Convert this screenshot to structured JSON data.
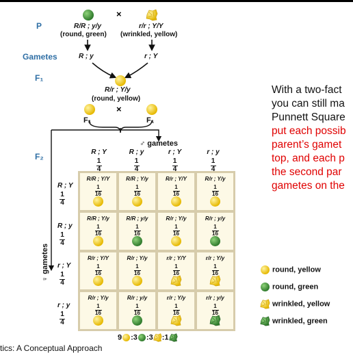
{
  "slide": {
    "body_lines": [
      {
        "text": "With a two-fact",
        "color": "#111111"
      },
      {
        "text": "you can still ma",
        "color": "#111111"
      },
      {
        "text": "Punnett Square",
        "color": "#111111"
      },
      {
        "text": "put each possib",
        "color": "#e00000"
      },
      {
        "text": "parent’s gamet",
        "color": "#e00000"
      },
      {
        "text": "top, and each p",
        "color": "#e00000"
      },
      {
        "text": "the second par",
        "color": "#e00000"
      },
      {
        "text": "gametes on the",
        "color": "#e00000"
      }
    ],
    "caption": "tics: A Conceptual Approach"
  },
  "figure": {
    "labels": {
      "p": "P",
      "gametes": "Gametes",
      "f1": "F₁",
      "f2": "F₂"
    },
    "cross_symbol": "×",
    "parent1": {
      "genotype": "R/R ; y/y",
      "phenotype": "(round, green)",
      "gamete": "R ; y"
    },
    "parent2": {
      "genotype": "r/r ; Y/Y",
      "phenotype": "(wrinkled, yellow)",
      "gamete": "r ; Y"
    },
    "f1_genotype": "R/r ; Y/y",
    "f1_phenotype": "(round, yellow)",
    "f1_left": "F₁",
    "f1_right": "F₁",
    "male_gametes_label": "♂ gametes",
    "female_gametes_label": "♀ gametes",
    "male_gametes": [
      {
        "genotype": "R ; Y",
        "num": "1",
        "den": "4"
      },
      {
        "genotype": "R ; y",
        "num": "1",
        "den": "4"
      },
      {
        "genotype": "r ; Y",
        "num": "1",
        "den": "4"
      },
      {
        "genotype": "r ; y",
        "num": "1",
        "den": "4"
      }
    ],
    "female_gametes": [
      {
        "genotype": "R ; Y",
        "num": "1",
        "den": "4"
      },
      {
        "genotype": "R ; y",
        "num": "1",
        "den": "4"
      },
      {
        "genotype": "r ; Y",
        "num": "1",
        "den": "4"
      },
      {
        "genotype": "r ; y",
        "num": "1",
        "den": "4"
      }
    ],
    "cells": [
      [
        {
          "g": "R/R ; Y/Y",
          "n": "1",
          "d": "16",
          "p": "round-yellow"
        },
        {
          "g": "R/R ; Y/y",
          "n": "1",
          "d": "16",
          "p": "round-yellow"
        },
        {
          "g": "R/r ; Y/Y",
          "n": "1",
          "d": "16",
          "p": "round-yellow"
        },
        {
          "g": "R/r ; Y/y",
          "n": "1",
          "d": "16",
          "p": "round-yellow"
        }
      ],
      [
        {
          "g": "R/R ; Y/y",
          "n": "1",
          "d": "16",
          "p": "round-yellow"
        },
        {
          "g": "R/R ; y/y",
          "n": "1",
          "d": "16",
          "p": "round-green"
        },
        {
          "g": "R/r ; Y/y",
          "n": "1",
          "d": "16",
          "p": "round-yellow"
        },
        {
          "g": "R/r ; y/y",
          "n": "1",
          "d": "16",
          "p": "round-green"
        }
      ],
      [
        {
          "g": "R/r ; Y/Y",
          "n": "1",
          "d": "16",
          "p": "round-yellow"
        },
        {
          "g": "R/r ; Y/y",
          "n": "1",
          "d": "16",
          "p": "round-yellow"
        },
        {
          "g": "r/r ; Y/Y",
          "n": "1",
          "d": "16",
          "p": "wrinkled-yellow"
        },
        {
          "g": "r/r ; Y/y",
          "n": "1",
          "d": "16",
          "p": "wrinkled-yellow"
        }
      ],
      [
        {
          "g": "R/r ; Y/y",
          "n": "1",
          "d": "16",
          "p": "round-yellow"
        },
        {
          "g": "R/r ; y/y",
          "n": "1",
          "d": "16",
          "p": "round-green"
        },
        {
          "g": "r/r ; Y/y",
          "n": "1",
          "d": "16",
          "p": "wrinkled-yellow"
        },
        {
          "g": "r/r ; y/y",
          "n": "1",
          "d": "16",
          "p": "wrinkled-green"
        }
      ]
    ],
    "legend": [
      {
        "label": "round, yellow",
        "pea": "round-yellow"
      },
      {
        "label": "round, green",
        "pea": "round-green"
      },
      {
        "label": "wrinkled, yellow",
        "pea": "wrinkled-yellow"
      },
      {
        "label": "wrinkled, green",
        "pea": "wrinkled-green"
      }
    ],
    "ratio": [
      {
        "count": "9",
        "pea": "round-yellow"
      },
      {
        "count": "3",
        "pea": "round-green"
      },
      {
        "count": "3",
        "pea": "wrinkled-yellow"
      },
      {
        "count": "1",
        "pea": "wrinkled-green"
      }
    ],
    "ratio_sep": ":"
  },
  "colors": {
    "label_blue": "#2f6fa5",
    "yellow_pea": "#f5d020",
    "green_pea": "#3d8b3a",
    "grid_border": "#d7ccab",
    "cell_fill": "#fdf9e6"
  }
}
